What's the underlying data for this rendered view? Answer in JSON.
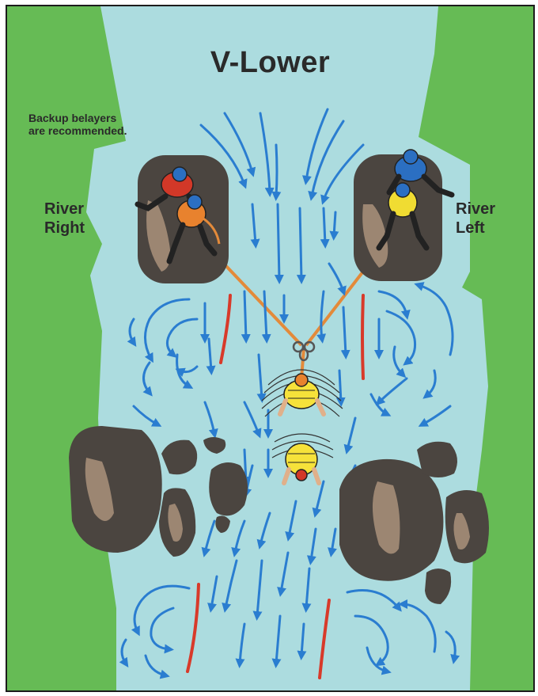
{
  "diagram": {
    "title": "V-Lower",
    "note_line1": "Backup belayers",
    "note_line2": "are recommended.",
    "label_river_right_1": "River",
    "label_river_right_2": "Right",
    "label_river_left_1": "River",
    "label_river_left_2": "Left"
  },
  "colors": {
    "bank": "#66bb55",
    "water": "#acdcdf",
    "current_arrow": "#2a7dd0",
    "eddy_line": "#d83a2a",
    "rock": "#4b4540",
    "rock_highlight": "#9c8672",
    "rope": "#e38a3a",
    "belayer_red": "#d23828",
    "belayer_blue": "#2b6fc2",
    "belayer_orange": "#e8822e",
    "belayer_yellow": "#f0dc32",
    "swimmer_vest": "#f6e23a"
  }
}
